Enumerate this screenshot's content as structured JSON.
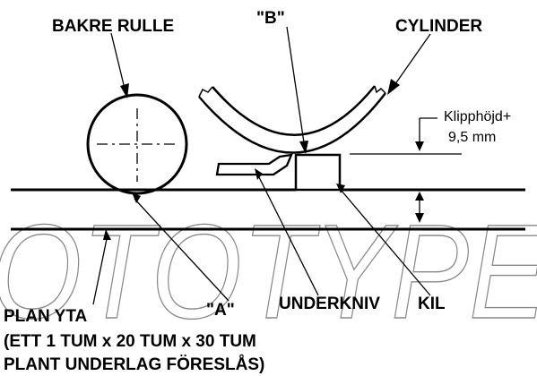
{
  "labels": {
    "rear_roller": "BAKRE RULLE",
    "point_b": "\"B\"",
    "cylinder": "CYLINDER",
    "clip_height_line1": "Klipphöjd+",
    "clip_height_line2": "9,5 mm",
    "point_a": "\"A\"",
    "bedknife": "UNDERKNIV",
    "wedge": "KIL",
    "flat_surface_line1": "PLAN YTA",
    "flat_surface_line2": "(ETT 1 TUM x 20 TUM x 30 TUM",
    "flat_surface_line3": "PLANT UNDERLAG FÖRESLÅS)"
  },
  "watermark": "OTOTYPE"
}
